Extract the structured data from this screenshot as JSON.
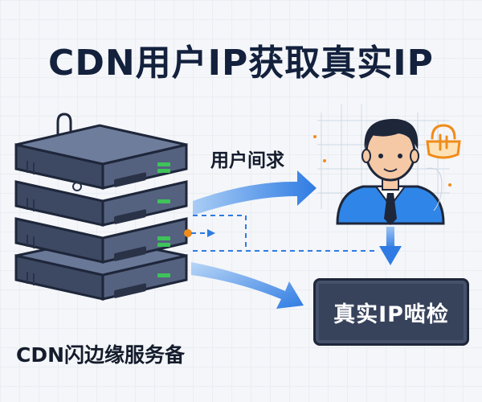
{
  "title": "CDN用户IP获取真实IP",
  "request_label": "用户间求",
  "detect_label": "真实IP啮检",
  "cdn_label": "CDN闪边缘服务备",
  "colors": {
    "title": "#13213d",
    "arrow_blue": "#2f7be3",
    "dashed_blue": "#2f7be3",
    "accent_orange": "#f08c1a",
    "server_body": "#4a5672",
    "led_green": "#3ec35a",
    "user_shirt": "#2f86e8"
  },
  "icons": [
    "server-rack-icon",
    "user-avatar-icon",
    "lock-icon",
    "arrow-right-icon",
    "arrow-down-icon"
  ]
}
